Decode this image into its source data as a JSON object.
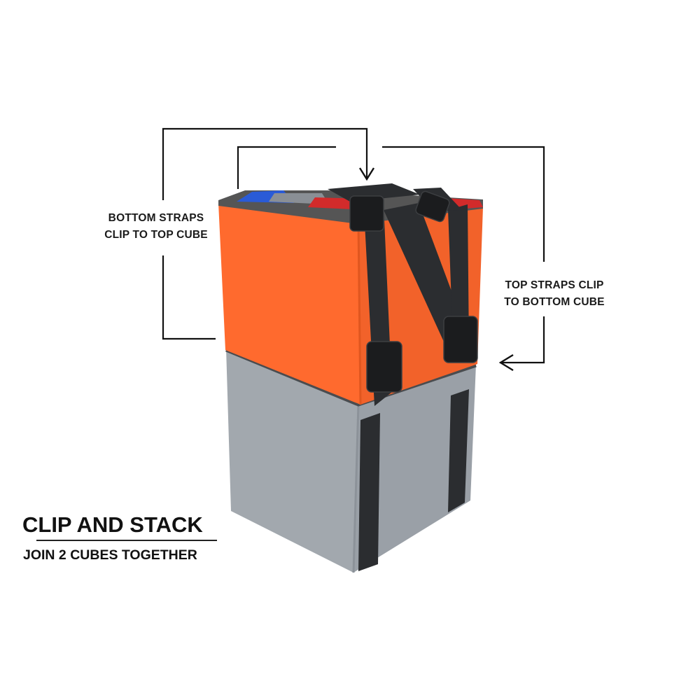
{
  "annotations": {
    "left_label": {
      "line1": "BOTTOM STRAPS",
      "line2": "CLIP TO TOP CUBE"
    },
    "right_label": {
      "line1": "TOP STRAPS CLIP",
      "line2": "TO BOTTOM CUBE"
    }
  },
  "caption": {
    "title": "CLIP AND STACK",
    "subtitle": "JOIN 2 CUBES TOGETHER"
  },
  "product": {
    "top_cube_color": "#ff6a2e",
    "bottom_cube_color": "#9ea4ab",
    "strap_color": "#2b2d30",
    "trim_color": "#4a4c4f",
    "contents_colors": [
      "#2a5bd7",
      "#8a8f95",
      "#d22b2b"
    ]
  },
  "icons": {
    "arrow_down": "arrow-down-icon",
    "arrow_left": "arrow-left-icon"
  }
}
